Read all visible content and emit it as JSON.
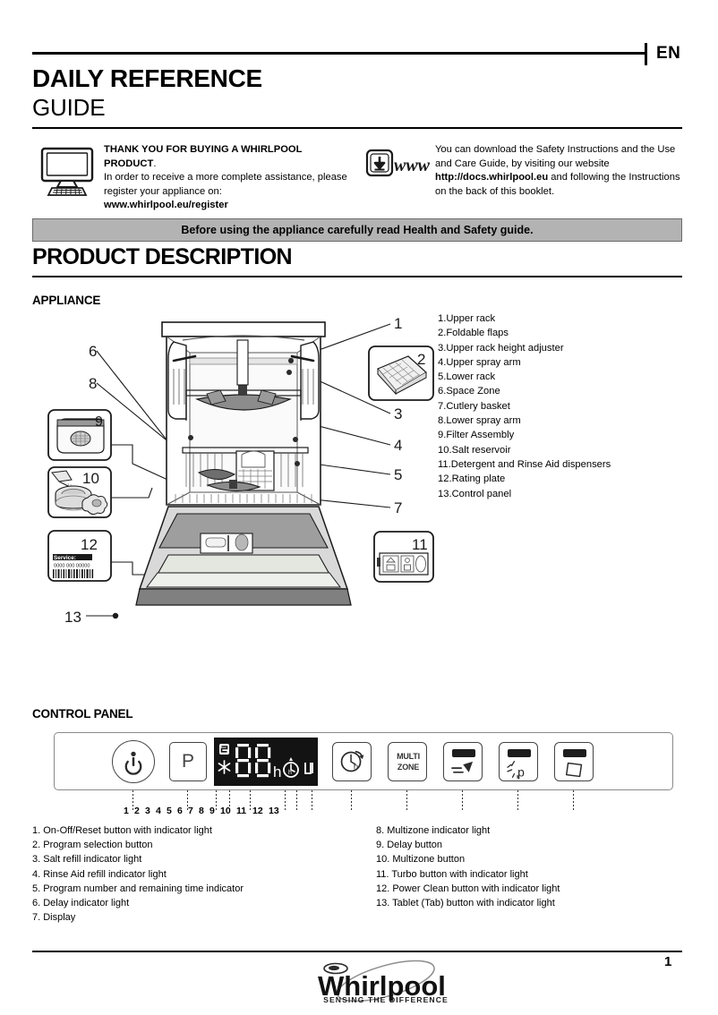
{
  "header": {
    "language_code": "EN",
    "title_main": "DAILY REFERENCE",
    "title_sub": "GUIDE"
  },
  "thank_you": {
    "icon": "monitor-icon",
    "line1_bold": "THANK YOU FOR BUYING A WHIRLPOOL PRODUCT",
    "line1_rest": ".",
    "line2": "In order to receive a more complete assistance, please",
    "line3": "register your appliance on:",
    "line4_bold": "www.whirlpool.eu/register"
  },
  "download": {
    "icon": "download-www-icon",
    "icon_label": "www",
    "line1": "You can download the Safety Instructions and the Use",
    "line2": "and Care Guide, by visiting our website",
    "line3_bold": "http://docs.whirlpool.eu",
    "line3_rest": " and following the Instructions",
    "line4": "on the back of this booklet."
  },
  "banner": {
    "text": "Before using the appliance carefully read Health and Safety guide."
  },
  "product_description": {
    "section_title": "PRODUCT DESCRIPTION",
    "appliance_heading": "APPLIANCE",
    "control_panel_heading": "CONTROL PANEL"
  },
  "appliance_parts": [
    {
      "num": "1.",
      "label": "Upper rack"
    },
    {
      "num": "2.",
      "label": "Foldable flaps"
    },
    {
      "num": "3.",
      "label": "Upper rack height adjuster"
    },
    {
      "num": "4.",
      "label": "Upper spray arm"
    },
    {
      "num": "5.",
      "label": "Lower rack"
    },
    {
      "num": "6.",
      "label": "Space Zone"
    },
    {
      "num": "7.",
      "label": "Cutlery basket"
    },
    {
      "num": "8.",
      "label": "Lower spray arm"
    },
    {
      "num": "9.",
      "label": "Filter Assembly"
    },
    {
      "num": "10.",
      "label": "Salt reservoir"
    },
    {
      "num": "11.",
      "label": "Detergent and Rinse Aid dispensers"
    },
    {
      "num": "12.",
      "label": "Rating plate"
    },
    {
      "num": "13.",
      "label": "Control panel"
    }
  ],
  "diagram_callouts": {
    "c1": "1",
    "c2": "2",
    "c3": "3",
    "c4": "4",
    "c5": "5",
    "c6": "6",
    "c7": "7",
    "c8": "8",
    "c9": "9",
    "c10": "10",
    "c11": "11",
    "c12": "12",
    "c13": "13"
  },
  "rating_plate": {
    "service_label": "Service:",
    "service_number": "0000 000 00000"
  },
  "control_panel": {
    "power_button": "power-on-off-icon",
    "program_button_label": "P",
    "display_icons": {
      "salt": "S",
      "rinse_aid": "rinse-aid-star-icon",
      "hour_unit": "h",
      "delay_clock": "delay-clock-icon",
      "multizone": "multizone-icon"
    },
    "display_digits": "8 8",
    "buttons": [
      {
        "name": "delay-button",
        "label": "",
        "icon": "clock-hour-icon",
        "has_lamp": false
      },
      {
        "name": "multizone-button",
        "label_line1": "MULTI",
        "label_line2": "ZONE",
        "icon": "",
        "has_lamp": false
      },
      {
        "name": "turbo-button",
        "label": "",
        "icon": "turbo-icon",
        "has_lamp": true
      },
      {
        "name": "power-clean-button",
        "label": "",
        "icon": "power-clean-icon",
        "has_lamp": true
      },
      {
        "name": "tablet-button",
        "label": "",
        "icon": "tablet-tab-icon",
        "has_lamp": true
      }
    ],
    "number_markers": [
      "1",
      "2",
      "3",
      "4",
      "5",
      "6",
      "7",
      "8",
      "9",
      "10",
      "11",
      "12",
      "13"
    ]
  },
  "control_panel_legend_left": [
    "1. On-Off/Reset button with indicator light",
    "2. Program selection button",
    "3. Salt refill indicator light",
    "4. Rinse Aid refill indicator light",
    "5. Program number and remaining time indicator",
    "6. Delay indicator light",
    "7. Display"
  ],
  "control_panel_legend_right": [
    "8. Multizone indicator light",
    "9. Delay button",
    "10. Multizone button",
    "11. Turbo button with indicator light",
    "12. Power Clean button with indicator light",
    "13. Tablet (Tab) button with indicator light"
  ],
  "footer": {
    "page_number": "1",
    "brand": "Whirlpool",
    "tagline": "SENSING THE DIFFERENCE"
  },
  "colors": {
    "banner_bg": "#b3b3b3",
    "display_bg": "#131313",
    "text": "#000000",
    "line_gray": "#8a8a8a"
  }
}
